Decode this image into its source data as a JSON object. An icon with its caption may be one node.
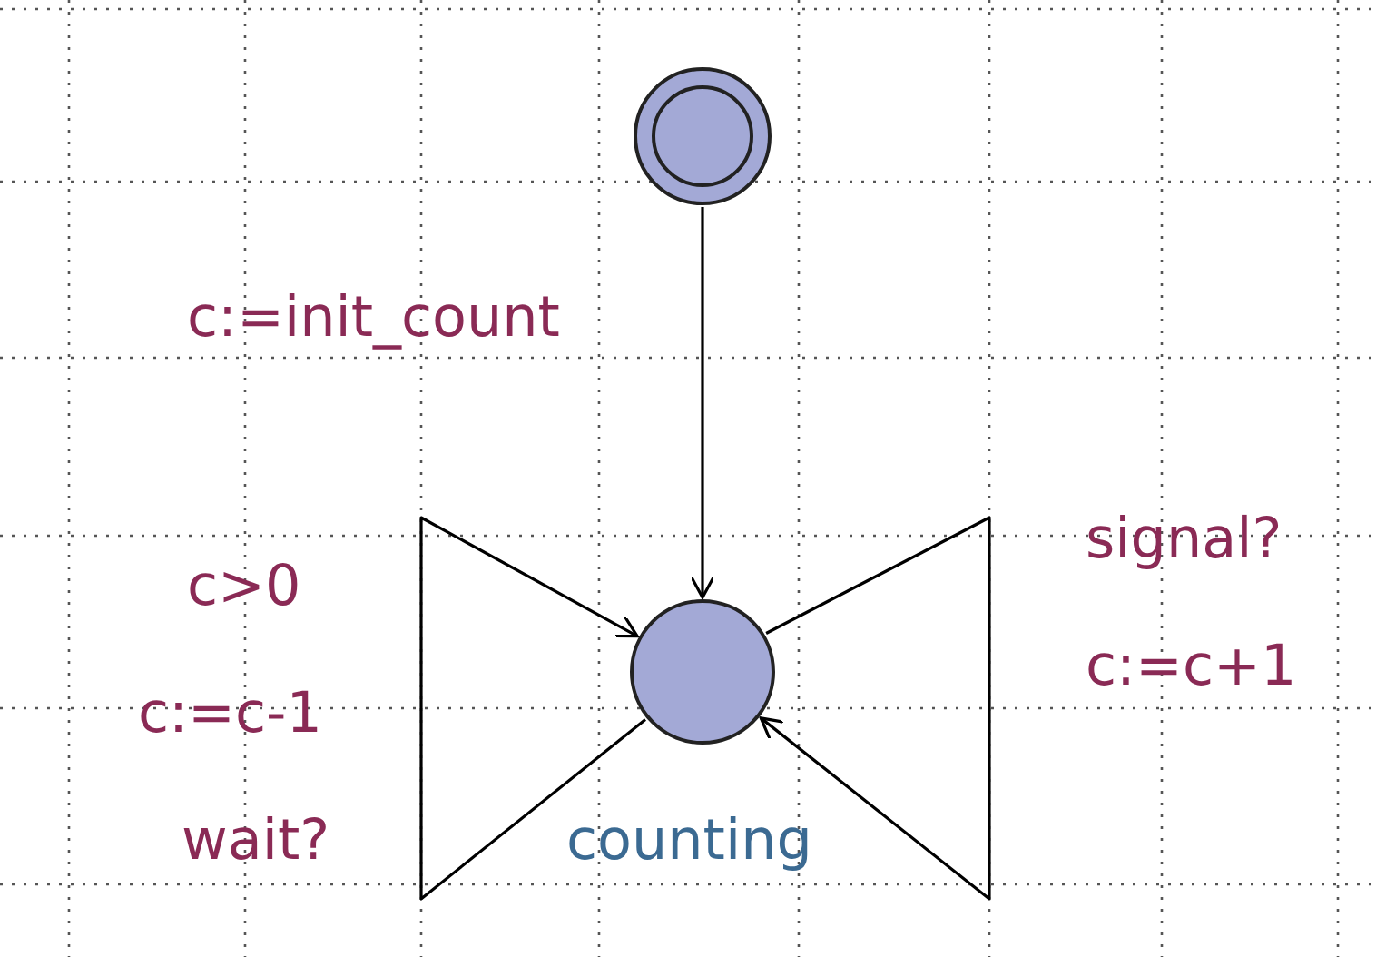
{
  "diagram": {
    "nodes": [
      {
        "text": [],
        "shape": "circle"
      },
      {
        "text": [],
        "shape": "circle",
        "beside": [
          "counting"
        ]
      }
    ],
    "edges": [
      {
        "from": 0,
        "to": 1,
        "arrow": "to",
        "label": "c:=init_count"
      },
      {
        "from": 1,
        "to": 1,
        "arrow": "to"
      },
      {
        "from": 1,
        "to": 1,
        "arrow": "to"
      }
    ],
    "labels": [
      "c>0",
      "c:=c-1",
      "wait?",
      "signal?",
      "c:=c+1"
    ]
  }
}
